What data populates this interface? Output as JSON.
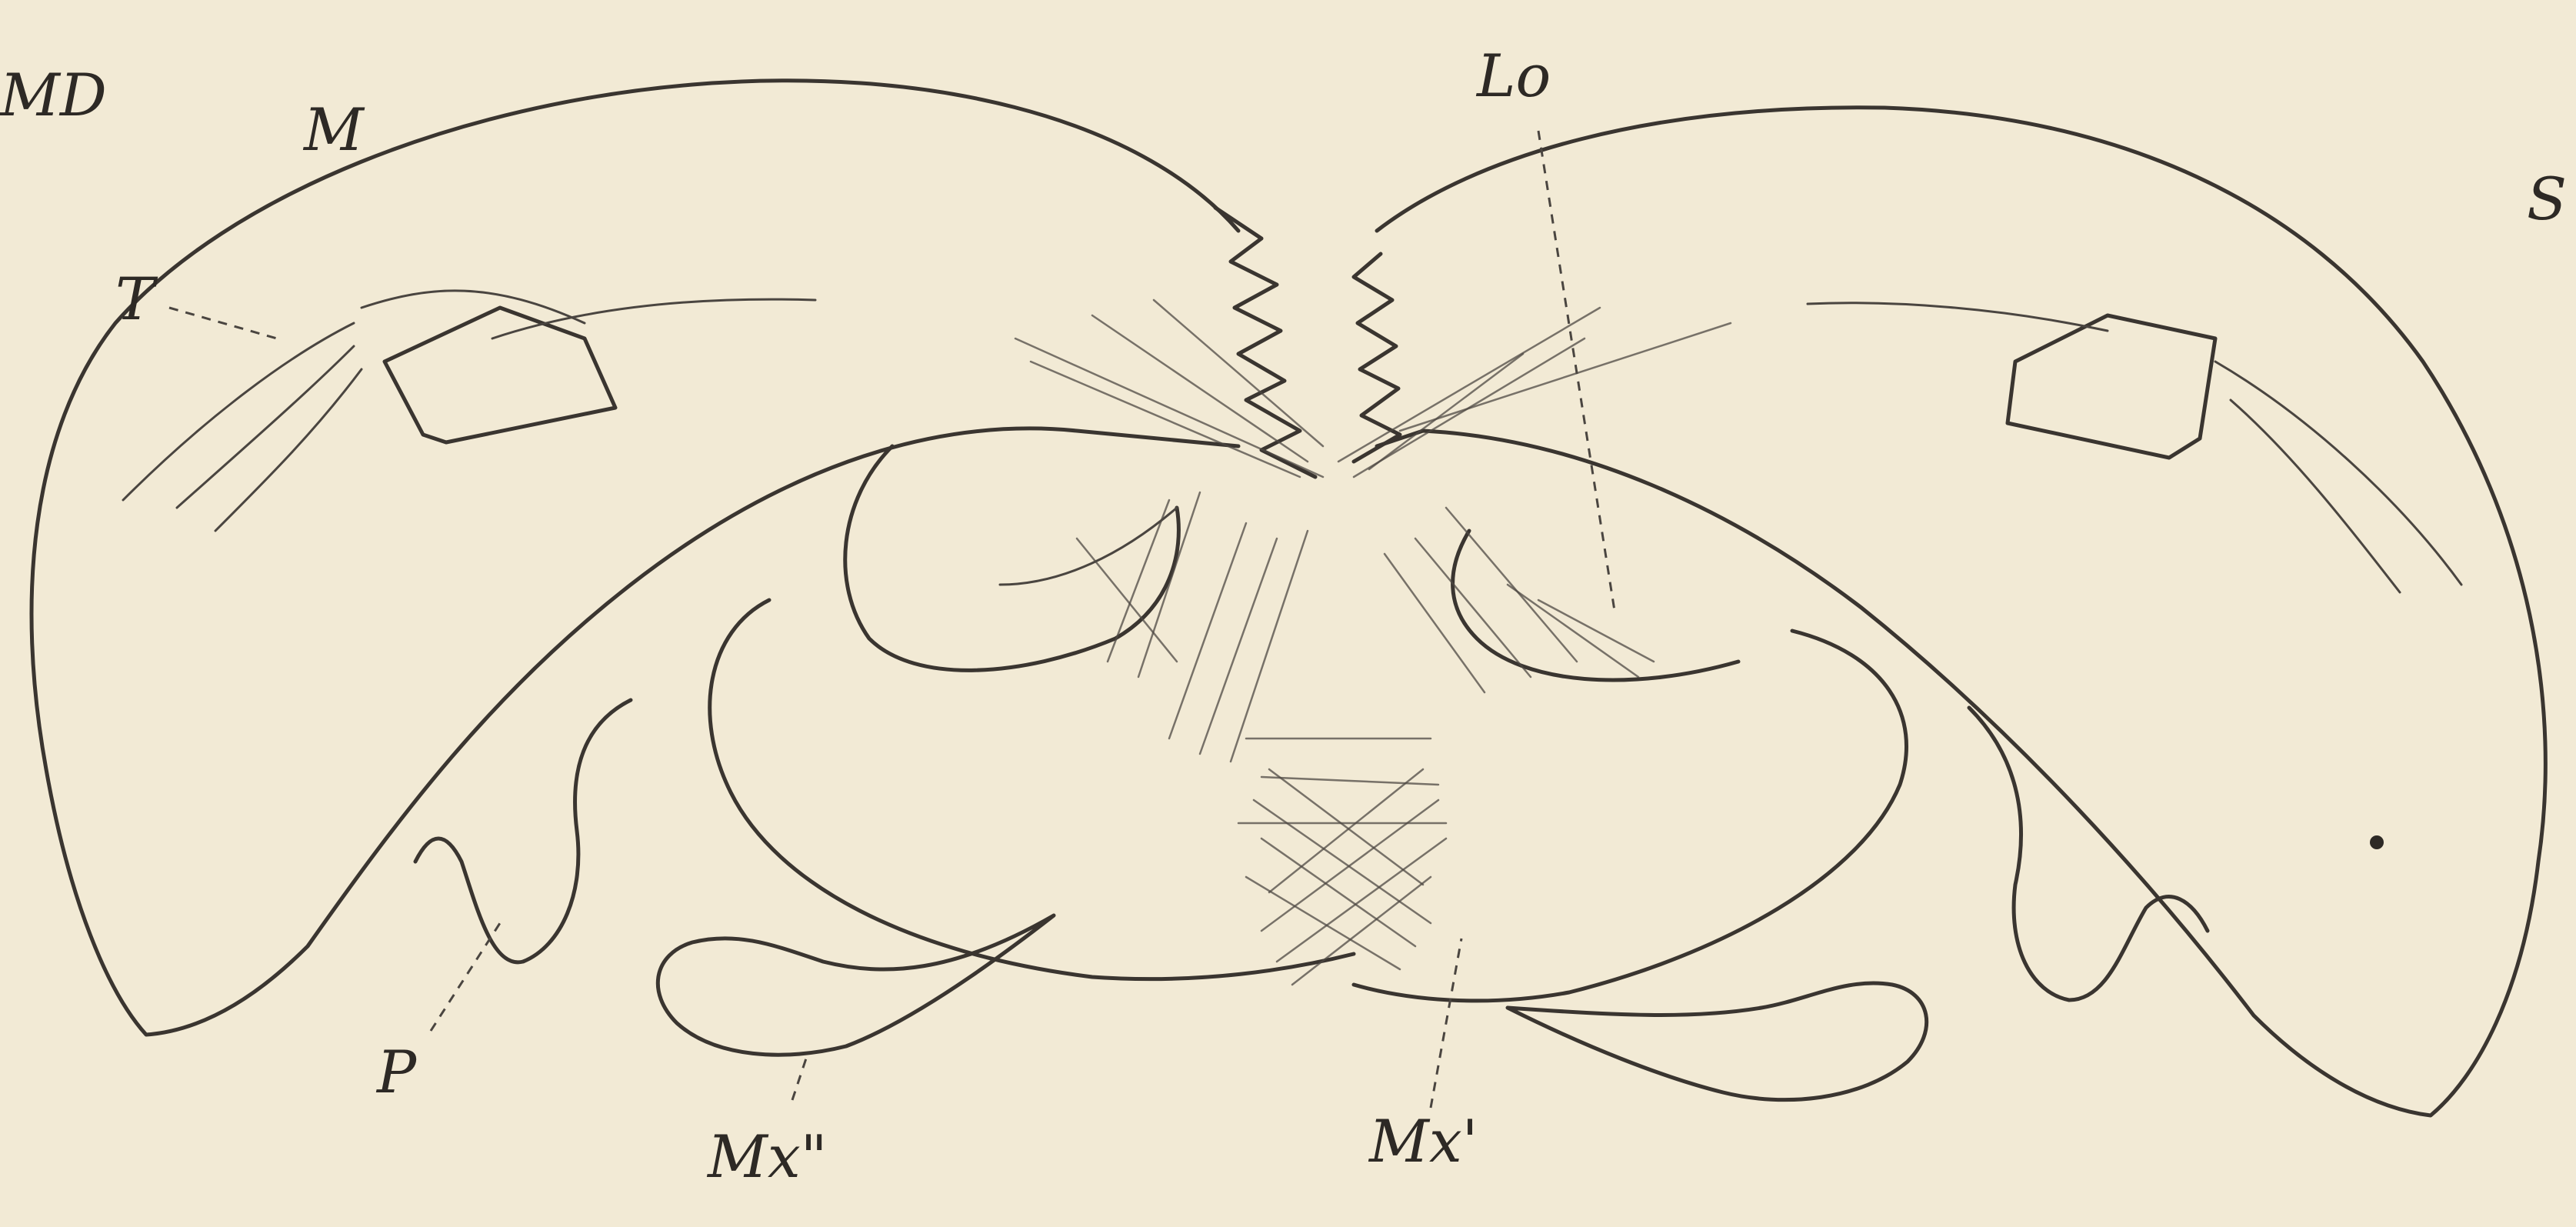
{
  "labels": {
    "md": "MD",
    "m": "M",
    "lo": "Lo",
    "s": "S",
    "t": "T",
    "p": "P",
    "mx2": "Mx\"",
    "mx1": "Mx'"
  },
  "colors": {
    "paper": "#f2ead5",
    "ink": "#3a3530"
  }
}
